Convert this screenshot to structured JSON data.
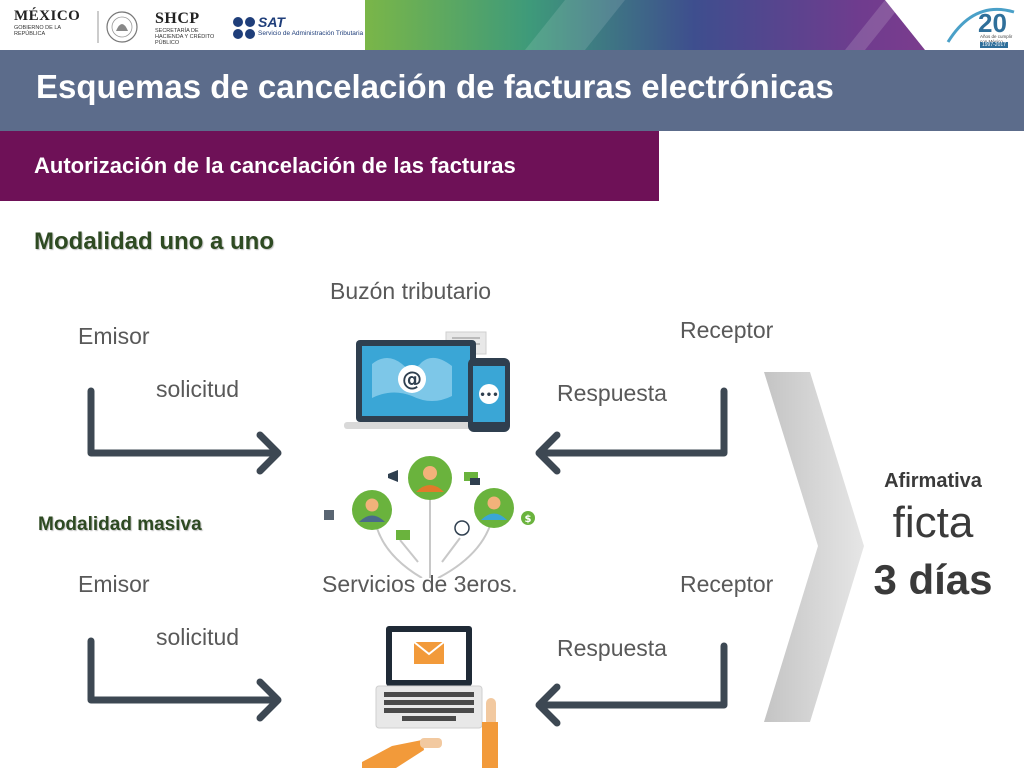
{
  "header": {
    "logos": [
      {
        "name": "MÉXICO",
        "subtitle": "GOBIERNO DE LA REPÚBLICA"
      },
      {
        "name": "SHCP",
        "subtitle": "SECRETARÍA DE HACIENDA Y CRÉDITO PÚBLICO"
      },
      {
        "name": "SAT",
        "subtitle": "Servicio de Administración Tributaria"
      }
    ],
    "anniversary": {
      "number": "20",
      "text": "Años de cumplir con México",
      "years": "1997-2017"
    }
  },
  "title": "Esquemas de cancelación de facturas electrónicas",
  "subtitle": "Autorización de la cancelación de las facturas",
  "modalidad_uno": {
    "heading": "Modalidad uno a uno",
    "center_label": "Buzón tributario",
    "emisor": "Emisor",
    "solicitud": "solicitud",
    "receptor": "Receptor",
    "respuesta": "Respuesta"
  },
  "modalidad_masiva": {
    "heading": "Modalidad masiva",
    "center_label": "Servicios de 3eros.",
    "emisor": "Emisor",
    "solicitud": "solicitud",
    "receptor": "Receptor",
    "respuesta": "Respuesta"
  },
  "result": {
    "label": "Afirmativa",
    "word": "ficta",
    "days": "3 días"
  },
  "colors": {
    "title_band": "#5c6c8b",
    "subtitle_band": "#6e1157",
    "arrow": "#3d4853",
    "accent_green": "#6ab33d"
  },
  "icons": {
    "at_symbol": "@",
    "chat_dots": "•••",
    "dollar": "$"
  }
}
